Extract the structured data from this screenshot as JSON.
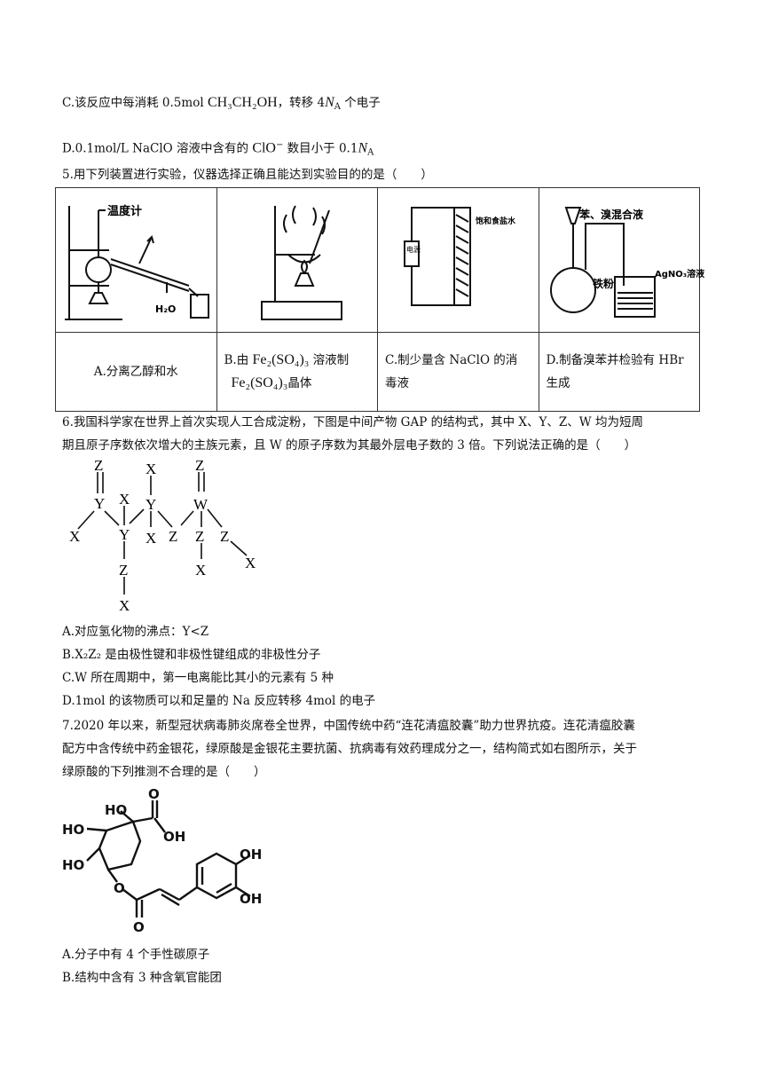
{
  "q4": {
    "optC": {
      "pre": "C.该反应中每消耗 0.5mol ",
      "formula": "CH₃CH₂OH",
      "mid": "，转移 4",
      "na": "N",
      "na_sub": "A",
      "post": " 个电子"
    },
    "optD": {
      "pre": "D.0.1mol/L NaClO 溶液中含有的 ",
      "ion": "ClO",
      "ion_sup": "−",
      "mid": " 数目小于 0.1",
      "na": "N",
      "na_sub": "A"
    }
  },
  "q5": {
    "stem": "5.用下列装置进行实验，仪器选择正确且能达到实验目的的是（　　）",
    "labels": {
      "thermometer": "温度计",
      "water": "H₂O",
      "power": "电源",
      "brine": "饱和食盐水",
      "mix": "苯、溴混合液",
      "iron": "铁粉",
      "agno3": "AgNO₃溶液"
    },
    "optA": "A.分离乙醇和水",
    "optB": {
      "pre": "B.由 ",
      "salt": "Fe₂(SO₄)₃",
      "post": " 溶液制",
      "line2_post": "晶体"
    },
    "optC_line1": "C.制少量含 NaClO 的消",
    "optC_line2": "毒液",
    "optD_line1": "D.制备溴苯并检验有 HBr",
    "optD_line2": "生成"
  },
  "q6": {
    "stem_line1": "6.我国科学家在世界上首次实现人工合成淀粉，下图是中间产物 GAP 的结构式，其中 X、Y、Z、W 均为短周",
    "stem_line2": "期且原子序数依次增大的主族元素，且 W 的原子序数为其最外层电子数的 3 倍。下列说法正确的是（　　）",
    "atoms": {
      "X": "X",
      "Y": "Y",
      "Z": "Z",
      "W": "W"
    },
    "optA": "A.对应氢化物的沸点：Y<Z",
    "optB": "B.X₂Z₂ 是由极性键和非极性键组成的非极性分子",
    "optC": "C.W 所在周期中，第一电离能比其小的元素有 5 种",
    "optD": "D.1mol 的该物质可以和足量的 Na 反应转移 4mol 的电子"
  },
  "q7": {
    "stem_line1": "7.2020 年以来，新型冠状病毒肺炎席卷全世界，中国传统中药“连花清瘟胶囊”助力世界抗疫。连花清瘟胶囊",
    "stem_line2": "配方中含传统中药金银花，绿原酸是金银花主要抗菌、抗病毒有效药理成分之一，结构简式如右图所示，关于",
    "stem_line3": "绿原酸的下列推测不合理的是（　　）",
    "groups": {
      "oh": "OH",
      "ho": "HO",
      "o": "O"
    },
    "optA": "A.分子中有 4 个手性碳原子",
    "optB": "B.结构中含有 3 种含氧官能团"
  }
}
